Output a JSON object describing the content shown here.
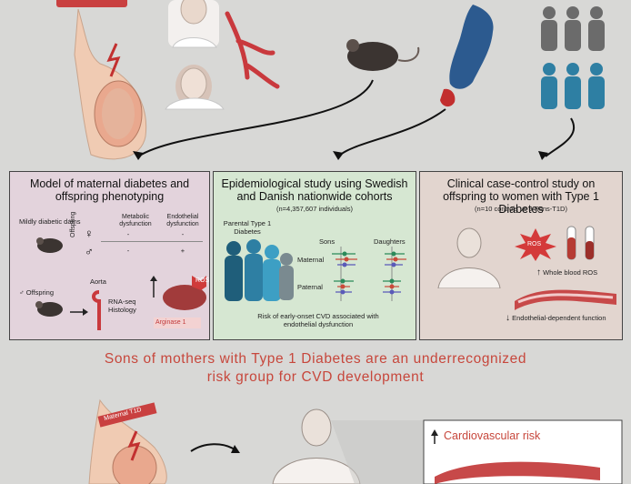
{
  "colors": {
    "background": "#d8d8d6",
    "panel_left": "#e3d3dc",
    "panel_mid": "#d6e7d2",
    "panel_right": "#e2d5cf",
    "accent_red": "#c7473c",
    "person_teal": "#2e7fa3",
    "person_gray": "#6b6b6b"
  },
  "panel_left": {
    "title": "Model of maternal diabetes and offspring phenotyping",
    "dams_label": "Mildly diabetic dams",
    "offspring_axis": "Offspring",
    "col_metabolic": "Metabolic dysfunction",
    "col_endothelial": "Endothelial dysfunction",
    "female_symbol": "♀",
    "male_symbol": "♂",
    "female_metabolic": "-",
    "female_endothelial": "-",
    "male_metabolic": "-",
    "male_endothelial": "+",
    "offspring_label": "♂ Offspring",
    "aorta_label": "Aorta",
    "methods": "RNA-seq Histology",
    "ros_label": "ROS",
    "arginase_label": "Arginase 1"
  },
  "panel_mid": {
    "title": "Epidemiological study using Swedish and Danish nationwide cohorts",
    "n_label": "(n=4,357,607 individuals)",
    "parental_label": "Parental Type 1 Diabetes",
    "col_sons": "Sons",
    "col_daughters": "Daughters",
    "row_maternal": "Maternal",
    "row_paternal": "Paternal",
    "footer": "Risk of early-onset CVD associated with endothelial dysfunction"
  },
  "panel_right": {
    "title": "Clinical case-control study on offspring to women with Type 1 Diabetes",
    "n_label": "(n=10 controls vs 9 Sons-T1D)",
    "ros_label": "ROS",
    "ros_caption": "Whole blood ROS",
    "endo_caption": "Endothelial-dependent function"
  },
  "headline": {
    "line1": "Sons of mothers with Type 1 Diabetes are an underrecognized",
    "line2": "risk group for CVD development"
  },
  "bottom": {
    "maternal_tag": "Maternal T1D",
    "risk_label": "Cardiovascular risk"
  }
}
